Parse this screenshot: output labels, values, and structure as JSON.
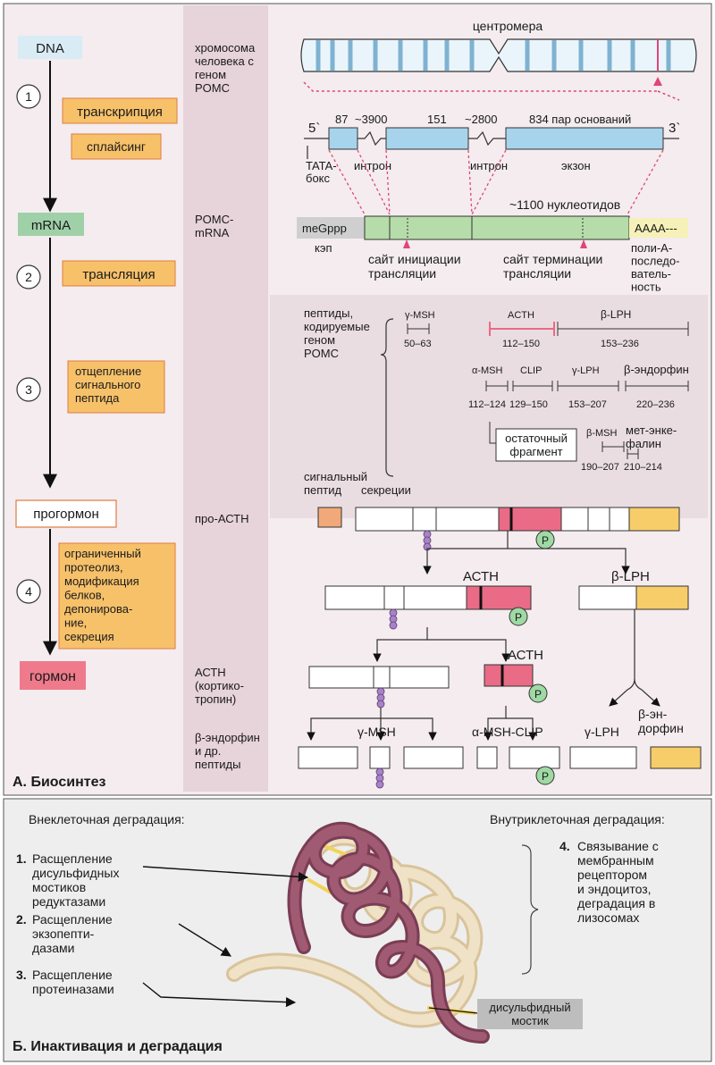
{
  "colors": {
    "panel_a_bg": "#f4ecef",
    "panel_b_bg": "#eeeeee",
    "side_band": "#e7d3da",
    "step_box": "#f7c16a",
    "step_box_border": "#e07b40",
    "dna_box": "#d9ecf6",
    "mrna_box": "#9fd0a8",
    "hormone_box": "#ee7a8c",
    "exon_blue": "#a7d3ec",
    "mrna_green": "#b6dcaa",
    "acth_pink": "#e96b86",
    "lph_yellow": "#f7cd6a",
    "pink_marker": "#e0447a",
    "phospho_green": "#9fd9a3",
    "sugar_purple": "#a982c6",
    "protein_coil": "#a05a72",
    "protein_tan": "#e7d3ad",
    "disulfide": "#f2d35a"
  },
  "panel_a": {
    "title": "А. Биосинтез",
    "flow": {
      "dna": "DNA",
      "mrna": "mRNA",
      "prohormone": "прогормон",
      "hormone": "гормон",
      "steps": [
        {
          "num": "1",
          "labels": [
            "транскрипция",
            "сплайсинг"
          ]
        },
        {
          "num": "2",
          "labels": [
            "трансляция"
          ]
        },
        {
          "num": "3",
          "labels": [
            "отщепление\nсигнального\nпептида"
          ]
        },
        {
          "num": "4",
          "labels": [
            "ограниченный\nпротеолиз,\nмодификация\nбелков,\nдепонирова-\nние,\nсекреция"
          ]
        }
      ]
    },
    "row_labels": {
      "chromosome": "хромосома\nчеловека с\nгеном\nPOMC",
      "pomc_mrna": "POMC-\nmRNA",
      "peptides": "пептиды,\nкодируемые\nгеном\nPOMC",
      "pro_acth": "про-АСТН",
      "acth": "АСТН\n(кортико-\nтропин)",
      "endorphin": "β-эндорфин\nи др.\nпептиды"
    },
    "gene": {
      "centromere": "центромера",
      "five_prime": "5`",
      "three_prime": "3`",
      "sizes": [
        "87",
        "~3900",
        "151",
        "~2800",
        "834 пар оснований"
      ],
      "tata": "TATA-\nбокс",
      "intron_1": "интрон",
      "intron_2": "интрон",
      "exon": "экзон"
    },
    "mrna": {
      "length": "~1100 нуклеотидов",
      "cap": "meGppp",
      "cap_label": "кэп",
      "poly_a": "AAAA---",
      "poly_a_label": "поли-А-\nпоследо-\nватель-\nность",
      "start_site": "сайт инициации\nтрансляции",
      "stop_site": "сайт терминации\nтрансляции"
    },
    "peptide_map": [
      {
        "name": "γ-MSH",
        "range": "50–63"
      },
      {
        "name": "ACTH",
        "range": "112–150"
      },
      {
        "name": "β-LPH",
        "range": "153–236"
      },
      {
        "name": "α-MSH",
        "range": "112–124"
      },
      {
        "name": "CLIP",
        "range": "129–150"
      },
      {
        "name": "γ-LPH",
        "range": "153–207"
      },
      {
        "name": "β-эндорфин",
        "range": "220–236"
      },
      {
        "name": "β-MSH",
        "range": "190–207"
      },
      {
        "name": "мет-энке-\nфалин",
        "range": "210–214"
      }
    ],
    "residual_fragment": "остаточный\nфрагмент",
    "signal_peptide": "сигнальный\nпептид",
    "secretion": "секреции",
    "phospho": "P",
    "cleavage_products": {
      "acth": "АСТН",
      "lph": "β-LPH",
      "acth2": "АСТН",
      "gamma_msh": "γ-MSH",
      "alpha_msh_clip": "α-MSH-CLIP",
      "gamma_lph": "γ-LPH",
      "beta_endorphin": "β-эн-\nдорфин"
    }
  },
  "panel_b": {
    "title": "Б. Инактивация и деградация",
    "extracellular": "Внеклеточная деградация:",
    "intracellular": "Внутриклеточная деградация:",
    "items": [
      {
        "num": "1.",
        "text": "Расщепление\nдисульфидных\nмостиков\nредуктазами"
      },
      {
        "num": "2.",
        "text": "Расщепление\nэкзопепти-\nдазами"
      },
      {
        "num": "3.",
        "text": "Расщепление\nпротеиназами"
      },
      {
        "num": "4.",
        "text": "Связывание с\nмембранным\nрецептором\nи эндоцитоз,\nдеградация в\nлизосомах"
      }
    ],
    "disulfide_label": "дисульфидный\nмостик"
  }
}
